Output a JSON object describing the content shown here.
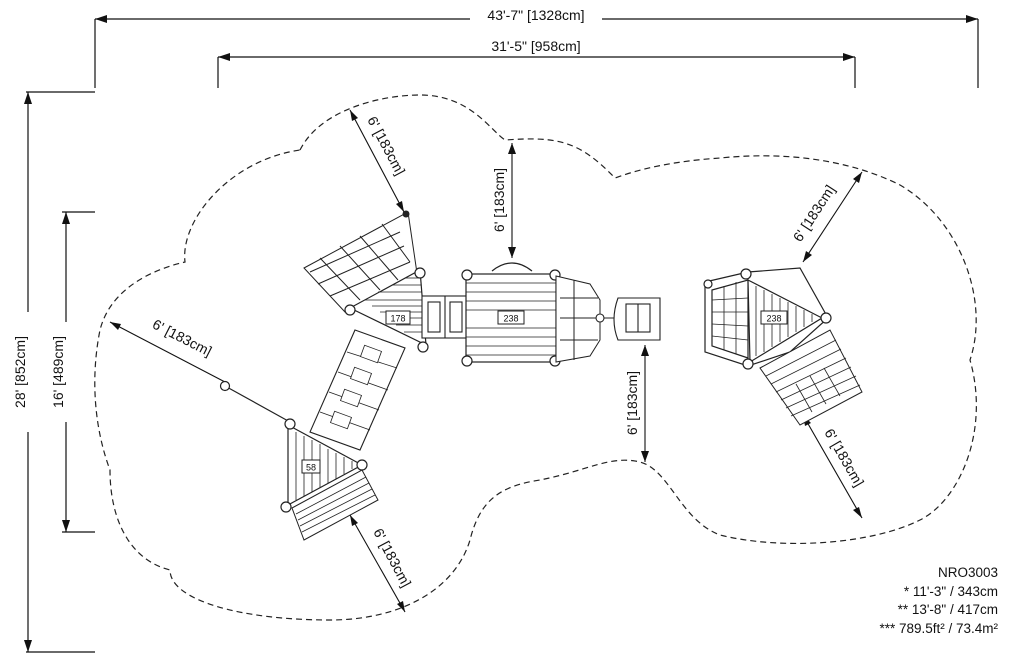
{
  "dimensions": {
    "overall_width": "43'-7\" [1328cm]",
    "inner_width": "31'-5\" [958cm]",
    "overall_depth": "28' [852cm]",
    "inner_depth": "16' [489cm]",
    "clearance_1": "6' [183cm]",
    "clearance_2": "6' [183cm]",
    "clearance_3": "6' [183cm]",
    "clearance_4": "6' [183cm]",
    "clearance_5": "6' [183cm]",
    "clearance_6": "6' [183cm]",
    "clearance_7": "6' [183cm]"
  },
  "platforms": {
    "p1": "178",
    "p2": "238",
    "p3": "238",
    "p4": "58"
  },
  "info": {
    "model": "NRO3003",
    "line1": "* 11'-3\" / 343cm",
    "line2": "** 13'-8\" / 417cm",
    "line3": "*** 789.5ft² / 73.4m²"
  }
}
